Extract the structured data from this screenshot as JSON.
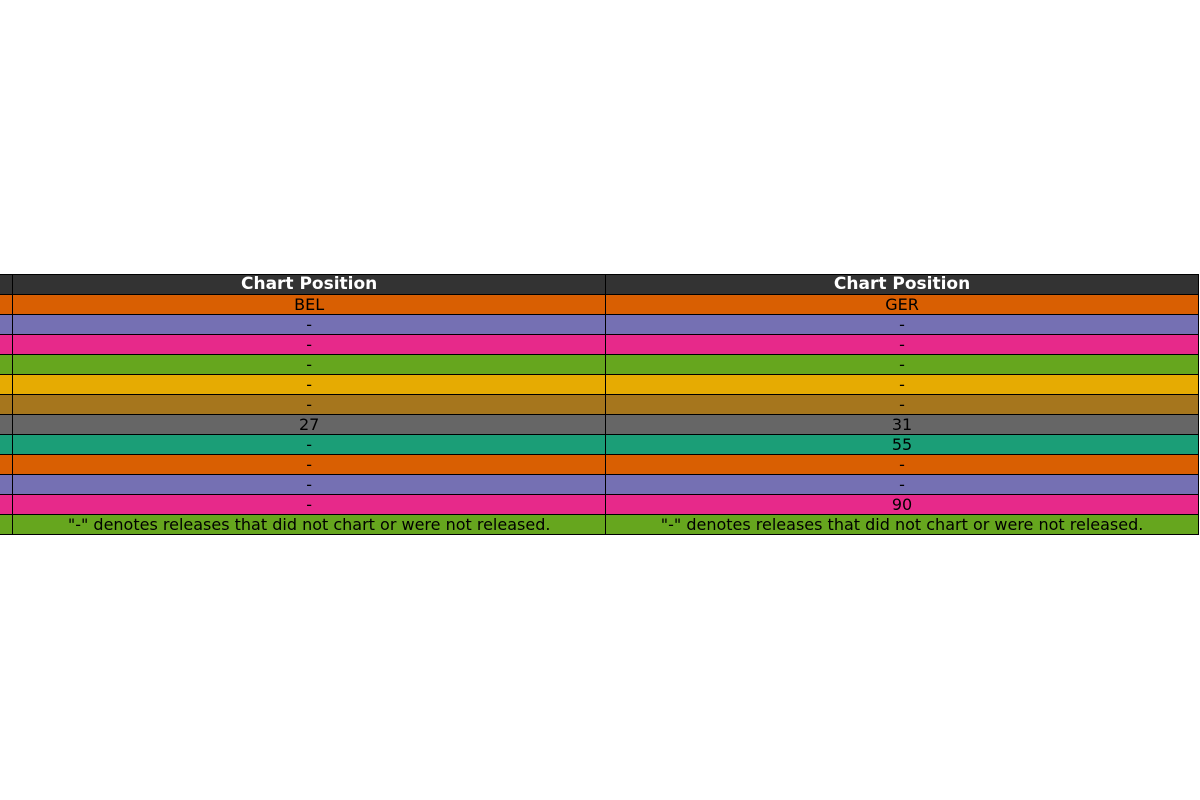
{
  "chart_data": {
    "type": "table",
    "header_color": "#333333",
    "columns": [
      "",
      "Chart Position",
      "Chart Position"
    ],
    "rows": [
      {
        "color": "#d95f02",
        "cells": [
          "",
          "BEL",
          "GER"
        ]
      },
      {
        "color": "#7570b3",
        "cells": [
          "",
          "-",
          "-"
        ]
      },
      {
        "color": "#e7298a",
        "cells": [
          "",
          "-",
          "-"
        ]
      },
      {
        "color": "#66a61e",
        "cells": [
          "",
          "-",
          "-"
        ]
      },
      {
        "color": "#e6ab02",
        "cells": [
          "",
          "-",
          "-"
        ]
      },
      {
        "color": "#a6761d",
        "cells": [
          "",
          "-",
          "-"
        ]
      },
      {
        "color": "#666666",
        "cells": [
          "",
          "27",
          "31"
        ]
      },
      {
        "color": "#1b9e77",
        "cells": [
          "",
          "-",
          "55"
        ]
      },
      {
        "color": "#d95f02",
        "cells": [
          "",
          "-",
          "-"
        ]
      },
      {
        "color": "#7570b3",
        "cells": [
          "",
          "-",
          "-"
        ]
      },
      {
        "color": "#e7298a",
        "cells": [
          "",
          "-",
          "90"
        ]
      },
      {
        "color": "#66a61e",
        "cells": [
          "",
          "\"-\" denotes releases that did not chart or were not released.",
          "\"-\" denotes releases that did not chart or were not released."
        ]
      }
    ]
  }
}
